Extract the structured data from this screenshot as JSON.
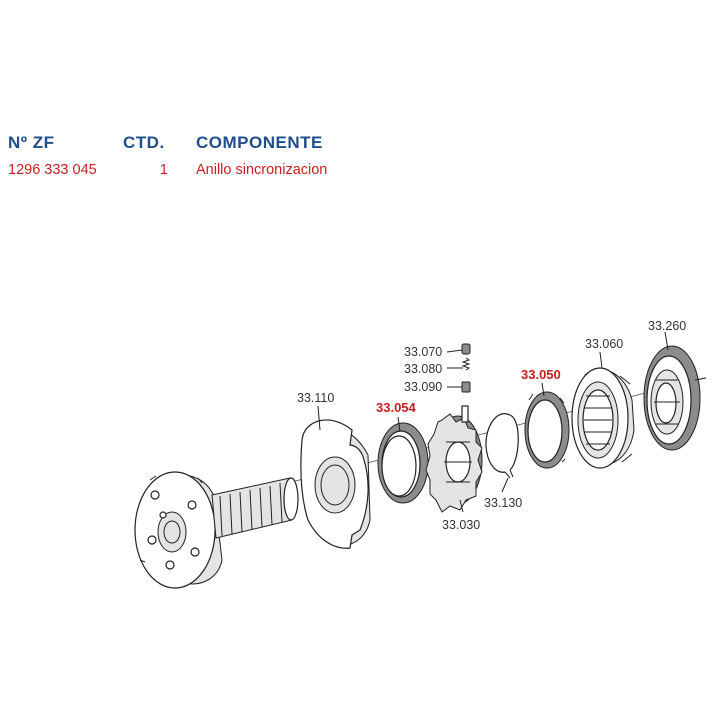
{
  "table": {
    "headers": {
      "part_no": "Nº ZF",
      "qty": "CTD.",
      "component": "COMPONENTE"
    },
    "row": {
      "part_no": "1296 333 045",
      "qty": "1",
      "component": "Anillo sincronizacion"
    }
  },
  "diagram": {
    "labels": {
      "l33070": "33.070",
      "l33080": "33.080",
      "l33090": "33.090",
      "l33110": "33.110",
      "l33054": "33.054",
      "l33030": "33.030",
      "l33130": "33.130",
      "l33050": "33.050",
      "l33060": "33.060",
      "l33260": "33.260"
    },
    "highlighted": [
      "33.054",
      "33.050"
    ]
  },
  "colors": {
    "header_blue": "#1f4e8c",
    "highlight_red": "#cc1e1e",
    "label_gray": "#333333"
  }
}
